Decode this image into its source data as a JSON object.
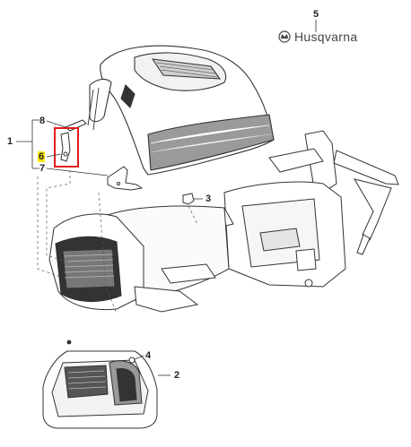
{
  "brand": {
    "name": "Husqvarna",
    "icon": "husqvarna-crown-logo-icon"
  },
  "callouts": {
    "c1": "1",
    "c2": "2",
    "c3": "3",
    "c4": "4",
    "c5": "5",
    "c6": "6",
    "c7": "7",
    "c8": "8"
  },
  "highlight": {
    "part": "6",
    "box_color": "#e21b1b",
    "label_fill": "#ffe600"
  },
  "colors": {
    "line": "#333333",
    "part_fill": "#ffffff",
    "dark": "#555555"
  }
}
